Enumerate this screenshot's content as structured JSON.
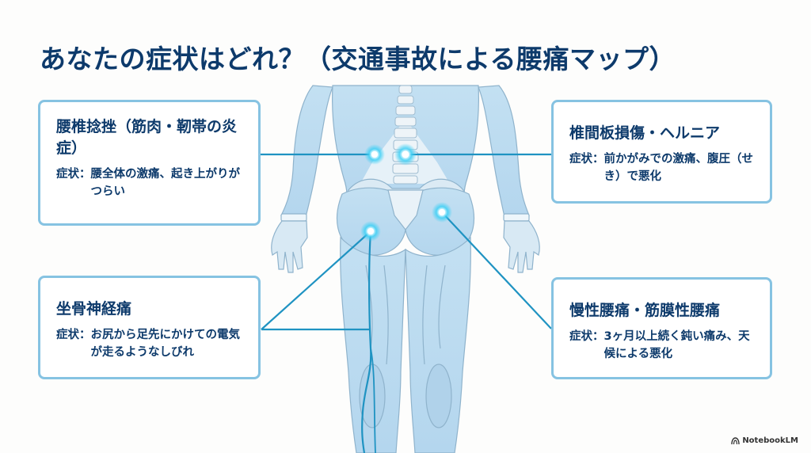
{
  "title": "あなたの症状はどれ？（交通事故による腰痛マップ）",
  "colors": {
    "title": "#0d3a6b",
    "box_border": "#86c3e2",
    "connector": "#1f93c2",
    "glow": "#3fd0f5",
    "body_fill": "#bcdcf0",
    "body_stroke": "#8fb3cc",
    "bone": "#e9f2f8"
  },
  "symptom_label": "症状：",
  "conditions": [
    {
      "id": "lumbar-sprain",
      "heading": "腰椎捻挫（筋肉・靭帯の炎症）",
      "symptom": "腰全体の激痛、起き上がりがつらい",
      "hotspot": "lower-back-left-muscle"
    },
    {
      "id": "disc-herniation",
      "heading": "椎間板損傷・ヘルニア",
      "symptom": "前かがみでの激痛、腹圧（せき）で悪化",
      "hotspot": "lumbar-spine"
    },
    {
      "id": "sciatica",
      "heading": "坐骨神経痛",
      "symptom": "お尻から足先にかけての電気が走るようなしびれ",
      "hotspot": "left-buttock-sciatic-nerve"
    },
    {
      "id": "chronic-back-pain",
      "heading": "慢性腰痛・筋膜性腰痛",
      "symptom": "3ヶ月以上続く鈍い痛み、天候による悪化",
      "hotspot": "right-buttock-hip"
    }
  ],
  "footer": {
    "brand": "NotebookLM",
    "brand_icon": "notebooklm-logo-icon"
  }
}
